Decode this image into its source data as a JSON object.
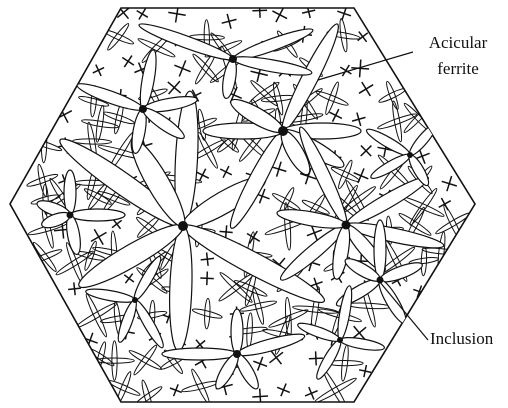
{
  "labels": {
    "acicular_ferrite_line1": "Acicular",
    "acicular_ferrite_line2": "ferrite",
    "inclusion": "Inclusion"
  },
  "colors": {
    "stroke": "#111111",
    "fill": "#ffffff",
    "background": "#ffffff"
  }
}
